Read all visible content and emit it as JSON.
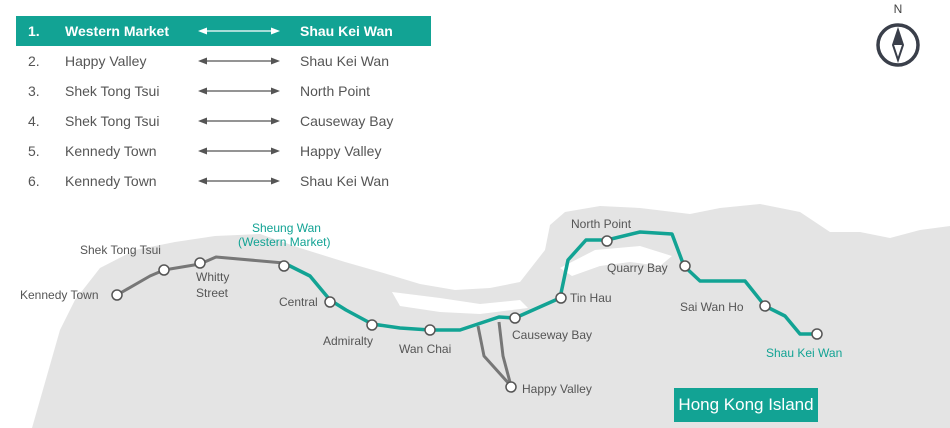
{
  "routes": [
    {
      "num": "1.",
      "from": "Western Market",
      "to": "Shau Kei Wan",
      "active": true
    },
    {
      "num": "2.",
      "from": "Happy Valley",
      "to": "Shau Kei Wan",
      "active": false
    },
    {
      "num": "3.",
      "from": "Shek Tong Tsui",
      "to": "North Point",
      "active": false
    },
    {
      "num": "4.",
      "from": "Shek Tong Tsui",
      "to": "Causeway Bay",
      "active": false
    },
    {
      "num": "5.",
      "from": "Kennedy Town",
      "to": "Happy Valley",
      "active": false
    },
    {
      "num": "6.",
      "from": "Kennedy Town",
      "to": "Shau Kei Wan",
      "active": false
    }
  ],
  "compass": {
    "letter": "N",
    "icon": "compass-icon"
  },
  "island_label": "Hong Kong Island",
  "stops": {
    "kennedy_town": "Kennedy Town",
    "shek_tong_tsui": "Shek Tong Tsui",
    "whitty_street_1": "Whitty",
    "whitty_street_2": "Street",
    "sheung_wan_1": "Sheung Wan",
    "sheung_wan_2": "(Western Market)",
    "central": "Central",
    "admiralty": "Admiralty",
    "wan_chai": "Wan Chai",
    "causeway_bay": "Causeway Bay",
    "happy_valley": "Happy Valley",
    "tin_hau": "Tin Hau",
    "north_point": "North Point",
    "quarry_bay": "Quarry Bay",
    "sai_wan_ho": "Sai Wan Ho",
    "shau_kei_wan": "Shau Kei Wan"
  },
  "colors": {
    "accent": "#12a394",
    "land": "#e4e4e4",
    "grey_line": "#777777",
    "text": "#555555"
  }
}
